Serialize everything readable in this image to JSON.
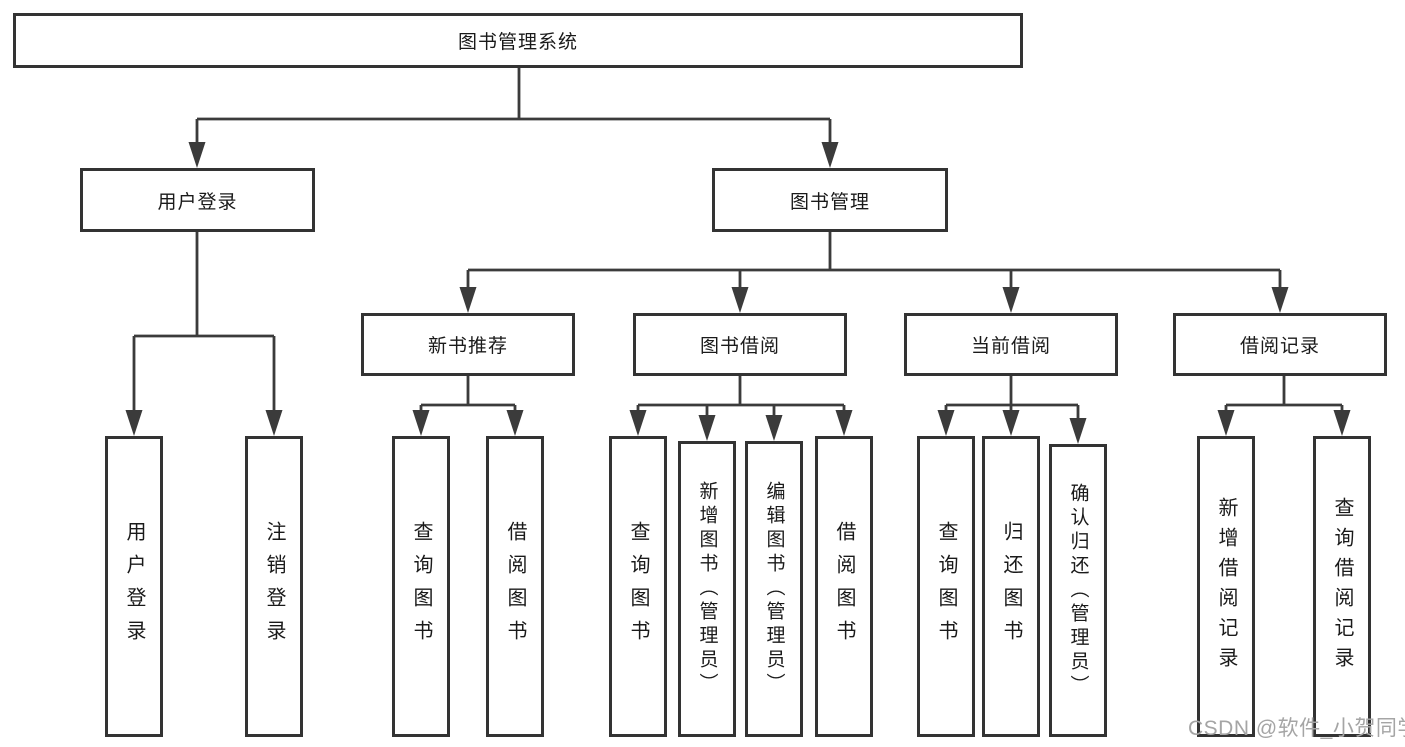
{
  "tree": {
    "label": "图书管理系统",
    "children": [
      {
        "label": "用户登录",
        "children": [
          {
            "label": "用户登录"
          },
          {
            "label": "注销登录"
          }
        ]
      },
      {
        "label": "图书管理",
        "children": [
          {
            "label": "新书推荐",
            "children": [
              {
                "label": "查询图书"
              },
              {
                "label": "借阅图书"
              }
            ]
          },
          {
            "label": "图书借阅",
            "children": [
              {
                "label": "查询图书"
              },
              {
                "label": "新增图书（管理员）"
              },
              {
                "label": "编辑图书（管理员）"
              },
              {
                "label": "借阅图书"
              }
            ]
          },
          {
            "label": "当前借阅",
            "children": [
              {
                "label": "查询图书"
              },
              {
                "label": "归还图书"
              },
              {
                "label": "确认归还（管理员）"
              }
            ]
          },
          {
            "label": "借阅记录",
            "children": [
              {
                "label": "新增借阅记录"
              },
              {
                "label": "查询借阅记录"
              }
            ]
          }
        ]
      }
    ]
  },
  "watermark": {
    "text": "CSDN @软件_小贺同学"
  },
  "colors": {
    "background": "#ffffff",
    "box_border": "#333333",
    "box_fill": "#ffffff",
    "line": "#3b3b3b",
    "text": "#1a1a1a",
    "watermark_text": "#a5a5a5"
  },
  "diagram_type": "hierarchy-tree"
}
